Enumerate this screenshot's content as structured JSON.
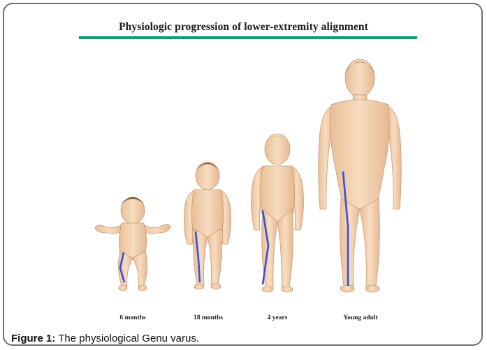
{
  "figure": {
    "title": "Physiologic progression of lower-extremity alignment",
    "accent_color": "#1b9a6c",
    "skin_color": "#f3d2b2",
    "hair_color": "#6b4a32",
    "alignment_line_color": "#3b4fd6",
    "stages": [
      {
        "label": "6 months"
      },
      {
        "label": "18 months"
      },
      {
        "label": "4 years"
      },
      {
        "label": "Young adult"
      }
    ]
  },
  "caption": {
    "prefix": "Figure 1:",
    "text": " The physiological Genu varus."
  }
}
